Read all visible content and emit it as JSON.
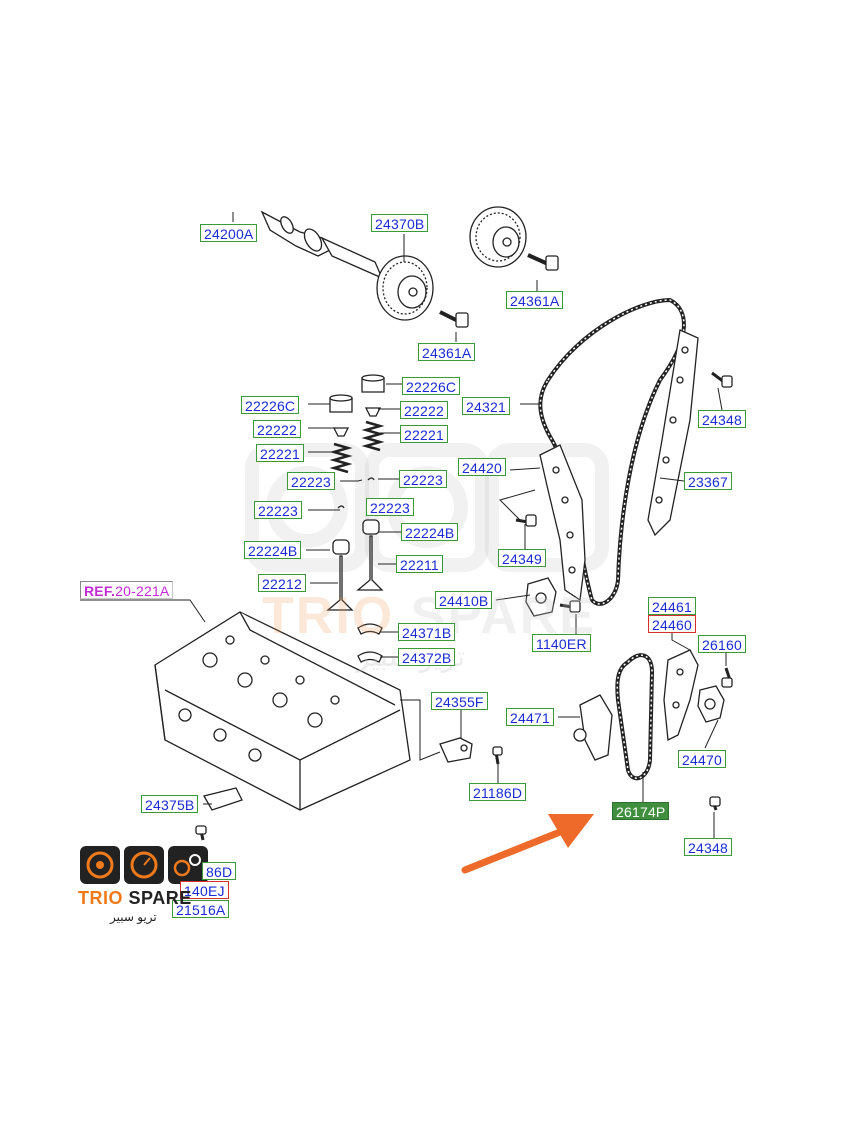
{
  "colors": {
    "label_text": "#1a2bd6",
    "label_border": "#3a9a3a",
    "highlight_border": "#d43030",
    "highlight_fill": "#3f8f3f",
    "ref_text": "#c42bd6",
    "arrow": "#ee6a2a",
    "logo_orange": "#f07a1a"
  },
  "parts": {
    "p24200A": "24200A",
    "p24370B": "24370B",
    "p24361A_top": "24361A",
    "p24361A_mid": "24361A",
    "p22226C_r": "22226C",
    "p22226C_l": "22226C",
    "p22222_r": "22222",
    "p22222_l": "22222",
    "p22221_r": "22221",
    "p22221_l": "22221",
    "p24321": "24321",
    "p24348_top": "24348",
    "p24420": "24420",
    "p23367": "23367",
    "p22223_a": "22223",
    "p22223_b": "22223",
    "p22223_c": "22223",
    "p22223_d": "22223",
    "p22224B_r": "22224B",
    "p22224B_l": "22224B",
    "p24349": "24349",
    "p22211": "22211",
    "p22212": "22212",
    "p24410B": "24410B",
    "p1140ER": "1140ER",
    "ref_prefix": "REF.",
    "ref_number": "20-221A",
    "p24371B": "24371B",
    "p24372B": "24372B",
    "p24461": "24461",
    "p24460": "24460",
    "p26160": "26160",
    "p24355F": "24355F",
    "p24471": "24471",
    "p24470": "24470",
    "p21186D_r": "21186D",
    "p24375B": "24375B",
    "p26174P": "26174P",
    "p24348_bot": "24348",
    "p_partial_86D": "86D",
    "p_partial_140EJ": "140EJ",
    "p_partial_21516A": "21516A"
  },
  "logo": {
    "brand_main": "TRIO",
    "brand_second": "SPARE",
    "arabic": "تريو سبير"
  },
  "watermark": {
    "main": "TRIO",
    "second": "SPARE",
    "arabic": "تريو سبير"
  }
}
